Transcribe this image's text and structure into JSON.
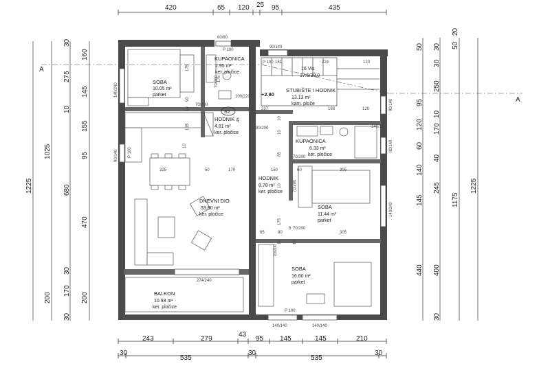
{
  "dims_top": [
    "420",
    "65",
    "120",
    "25",
    "95",
    "435"
  ],
  "dims_bottom_1": [
    "243",
    "279",
    "43",
    "95",
    "145",
    "145",
    "210"
  ],
  "dims_bottom_2": [
    "30",
    "535",
    "30",
    "535",
    "30"
  ],
  "dims_left_1": [
    "30",
    "160",
    "275",
    "145",
    "10",
    "155",
    "95",
    "470",
    "30",
    "170",
    "30"
  ],
  "dims_left_2": [
    "1025",
    "680",
    "200"
  ],
  "dims_left_3": [
    "1225",
    "200"
  ],
  "dims_right_1": [
    "50",
    "30",
    "250",
    "95",
    "10",
    "120",
    "60",
    "140",
    "145",
    "440",
    "30"
  ],
  "dims_right_2": [
    "30",
    "170",
    "40",
    "245",
    "400"
  ],
  "dims_right_3": [
    "50",
    "20",
    "1175",
    "1225"
  ],
  "section_mark": "A",
  "rooms": [
    {
      "name": "SOBA",
      "area": "10.05 m²",
      "floor": "parket"
    },
    {
      "name": "KUPAONICA",
      "area": "2.95 m²",
      "floor": "ker. pločice"
    },
    {
      "name": "STUBIŠTE I HODNIK",
      "area": "13.13 m²",
      "floor": "kam. ploče"
    },
    {
      "name": "HODNIK",
      "area": "4.81 m²",
      "floor": "ker. pločice"
    },
    {
      "name": "KUPAONICA",
      "area": "6.33 m²",
      "floor": "ker. pločice"
    },
    {
      "name": "DNEVNI DIO",
      "area": "33.80 m²",
      "floor": "ker. pločice"
    },
    {
      "name": "HODNIK",
      "area": "8.78 m²",
      "floor": "ker. pločice"
    },
    {
      "name": "SOBA",
      "area": "11.44 m²",
      "floor": "parket"
    },
    {
      "name": "SOBA",
      "area": "16.60 m²",
      "floor": "parket"
    },
    {
      "name": "BALKON",
      "area": "10.93 m²",
      "floor": "ker. pločice"
    }
  ],
  "stair": {
    "steps": "16 Vis",
    "ratio": "17.5/28.0",
    "level": "+2.80",
    "tag": "S2"
  },
  "inner_dims": [
    "181",
    "224",
    "120",
    "237",
    "168",
    "120",
    "175",
    "90",
    "135",
    "10",
    "45",
    "325",
    "50",
    "170",
    "150",
    "60",
    "305",
    "10",
    "85",
    "175",
    "65",
    "80",
    "5",
    "305",
    "10",
    "10",
    "10",
    "10",
    "10",
    "175",
    "70/200",
    "70/200",
    "80/200",
    "100/220",
    "70/200",
    "70/200",
    "70/200",
    "70/200"
  ],
  "openings": [
    "60/80",
    "P 100",
    "90/140",
    "140/240",
    "90/140",
    "P 100",
    "90/140",
    "80/140",
    "140/240",
    "274/240",
    "P 100",
    "140/140",
    "140/140",
    "140/140",
    "P 100"
  ]
}
